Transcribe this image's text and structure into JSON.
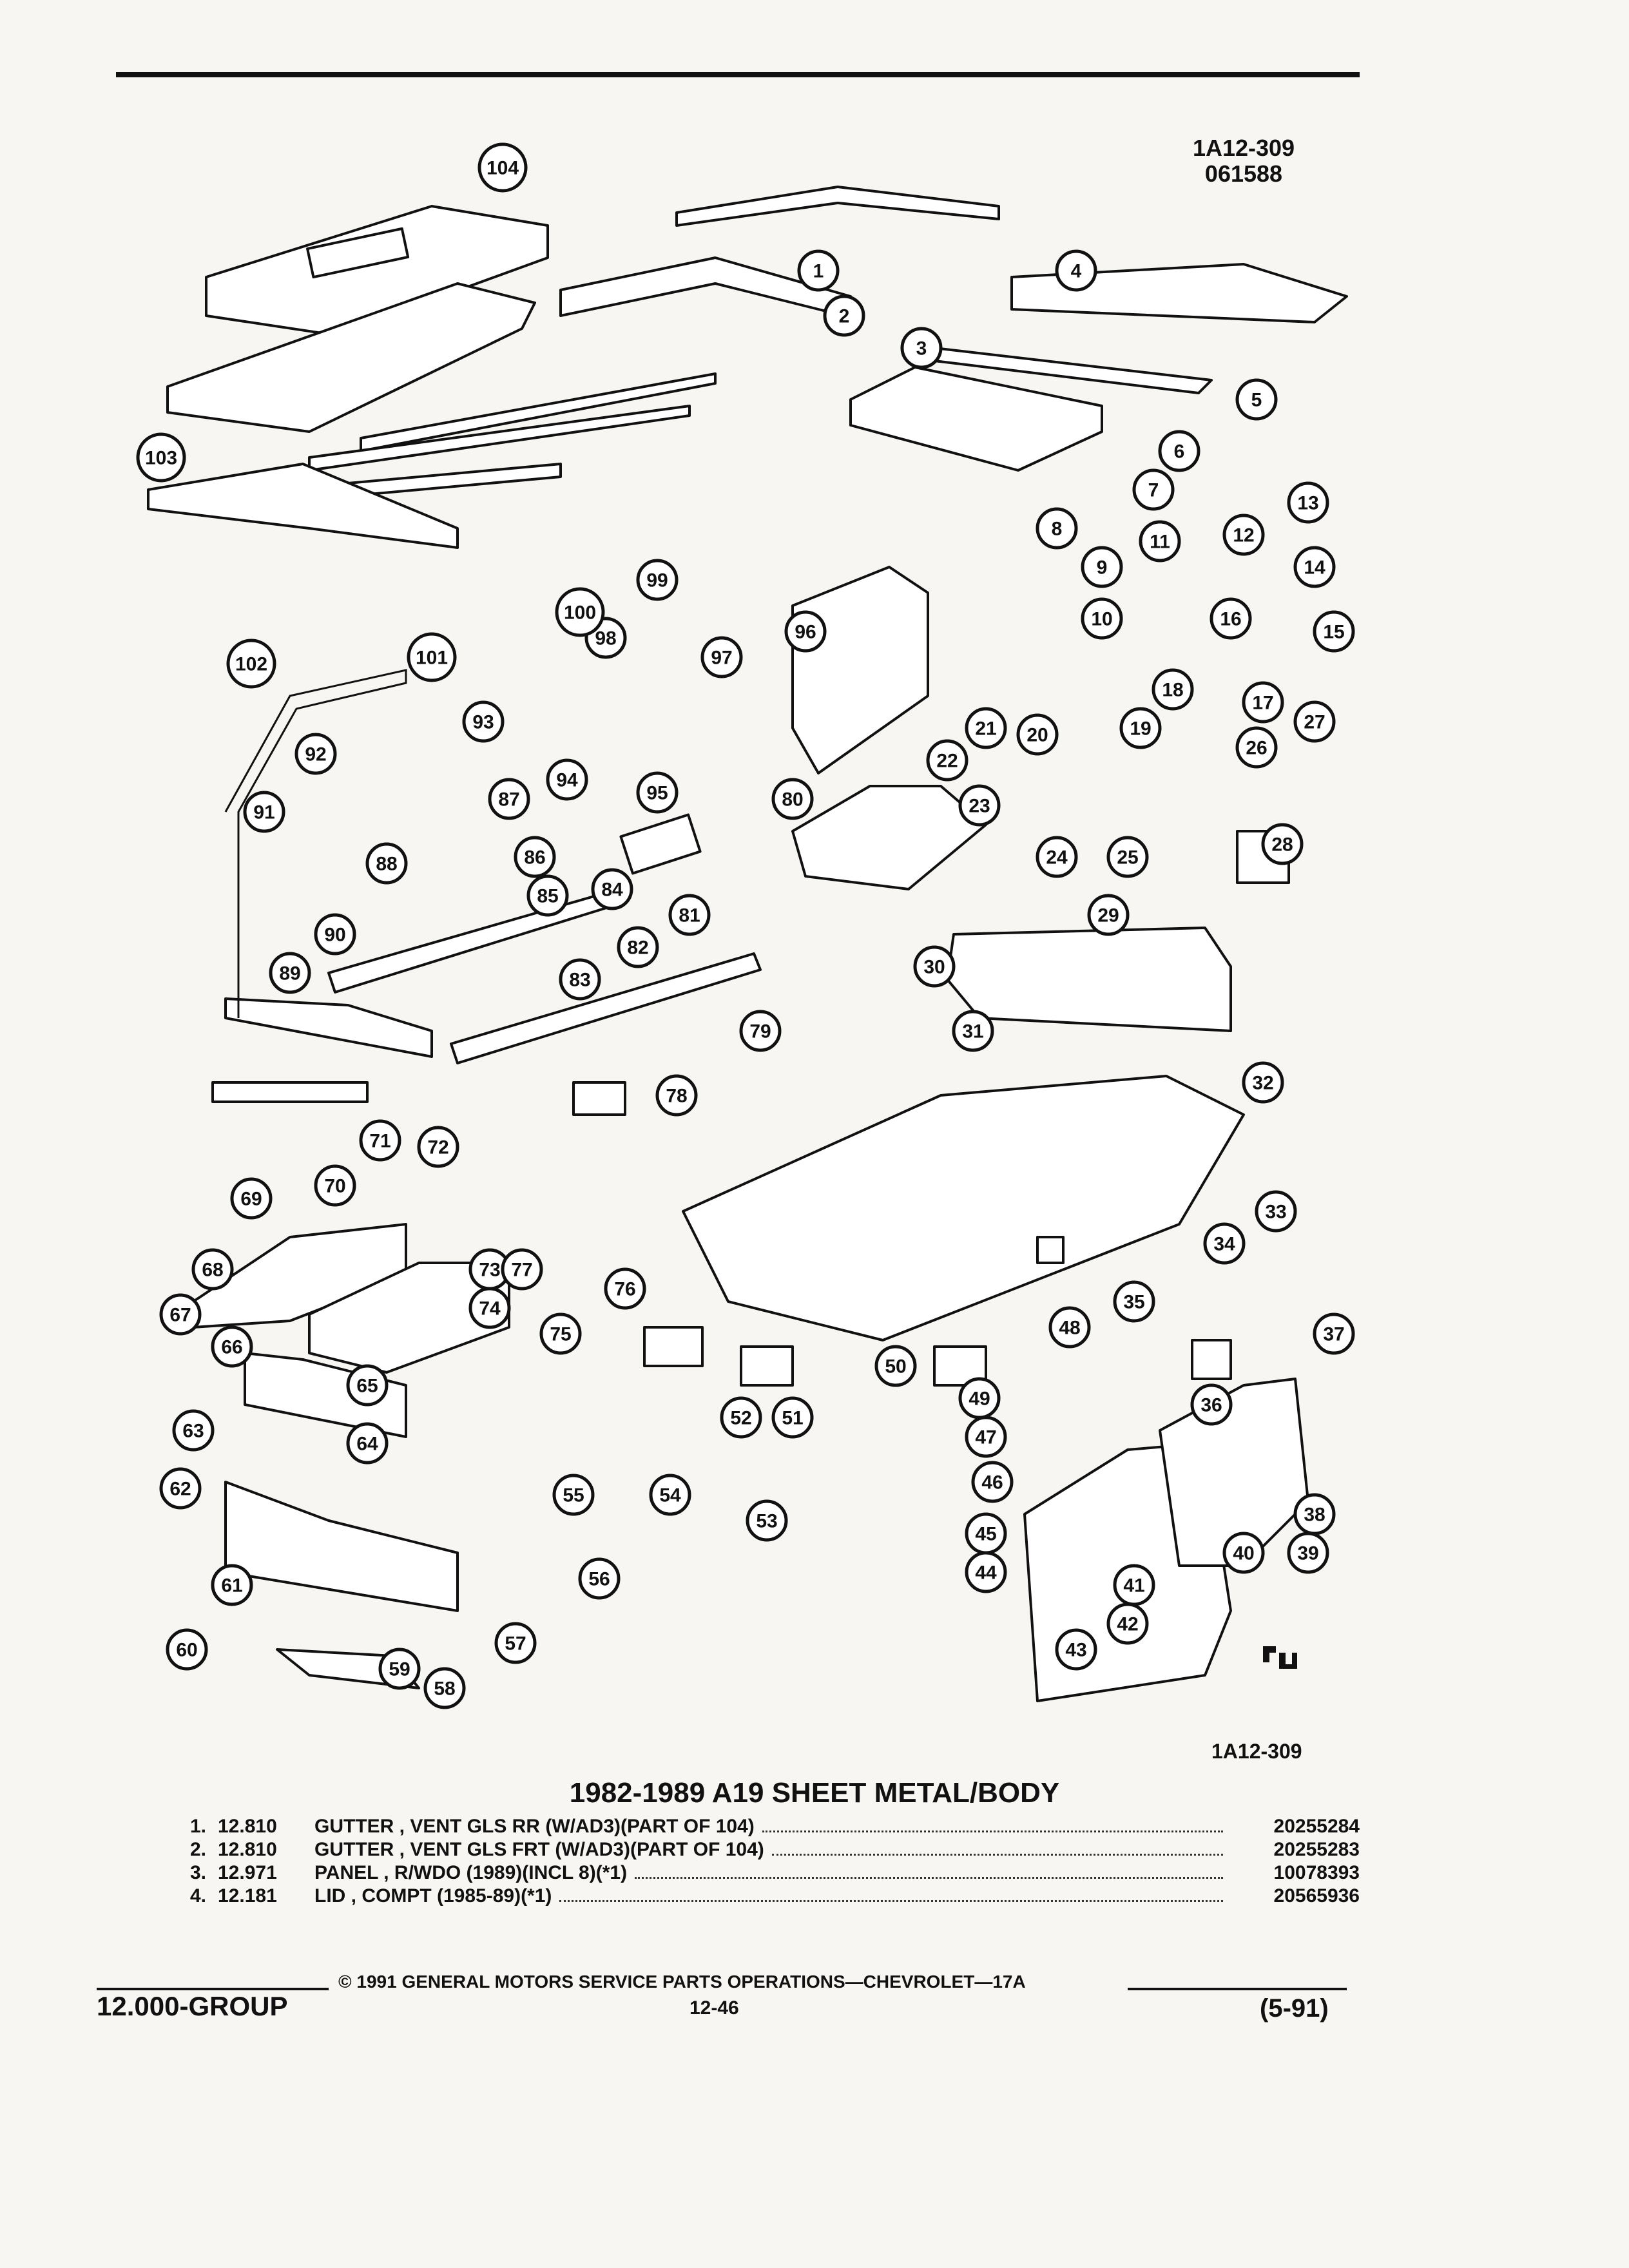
{
  "header": {
    "ref_line1": "1A12-309",
    "ref_line2": "061588"
  },
  "diagram": {
    "callouts": [
      "1",
      "2",
      "3",
      "4",
      "5",
      "6",
      "7",
      "8",
      "9",
      "10",
      "11",
      "12",
      "13",
      "14",
      "15",
      "16",
      "17",
      "18",
      "19",
      "20",
      "21",
      "22",
      "23",
      "24",
      "25",
      "26",
      "27",
      "28",
      "29",
      "30",
      "31",
      "32",
      "33",
      "34",
      "35",
      "36",
      "37",
      "38",
      "39",
      "40",
      "41",
      "42",
      "43",
      "44",
      "45",
      "46",
      "47",
      "48",
      "49",
      "50",
      "51",
      "52",
      "53",
      "54",
      "55",
      "56",
      "57",
      "58",
      "59",
      "60",
      "61",
      "62",
      "63",
      "64",
      "65",
      "66",
      "67",
      "68",
      "69",
      "70",
      "71",
      "72",
      "73",
      "74",
      "75",
      "76",
      "77",
      "78",
      "79",
      "80",
      "81",
      "82",
      "83",
      "84",
      "85",
      "86",
      "87",
      "88",
      "89",
      "90",
      "91",
      "92",
      "93",
      "94",
      "95",
      "96",
      "97",
      "98",
      "99",
      "100",
      "101",
      "102",
      "103",
      "104"
    ],
    "ref_bottom": "1A12-309"
  },
  "parts": {
    "title": "1982-1989 A19 SHEET METAL/BODY",
    "items": [
      {
        "num": "1.",
        "code": "12.810",
        "desc": "GUTTER , VENT GLS RR (W/AD3)(PART OF 104)",
        "pn": "20255284"
      },
      {
        "num": "2.",
        "code": "12.810",
        "desc": "GUTTER , VENT GLS FRT (W/AD3)(PART OF 104)",
        "pn": "20255283"
      },
      {
        "num": "3.",
        "code": "12.971",
        "desc": "PANEL , R/WDO (1989)(INCL 8)(*1)",
        "pn": "10078393"
      },
      {
        "num": "4.",
        "code": "12.181",
        "desc": "LID , COMPT (1985-89)(*1)",
        "pn": "20565936"
      }
    ]
  },
  "footer": {
    "copyright": "© 1991 GENERAL MOTORS SERVICE PARTS OPERATIONS—CHEVROLET—17A",
    "group": "12.000-GROUP",
    "page": "12-46",
    "date": "(5-91)"
  }
}
